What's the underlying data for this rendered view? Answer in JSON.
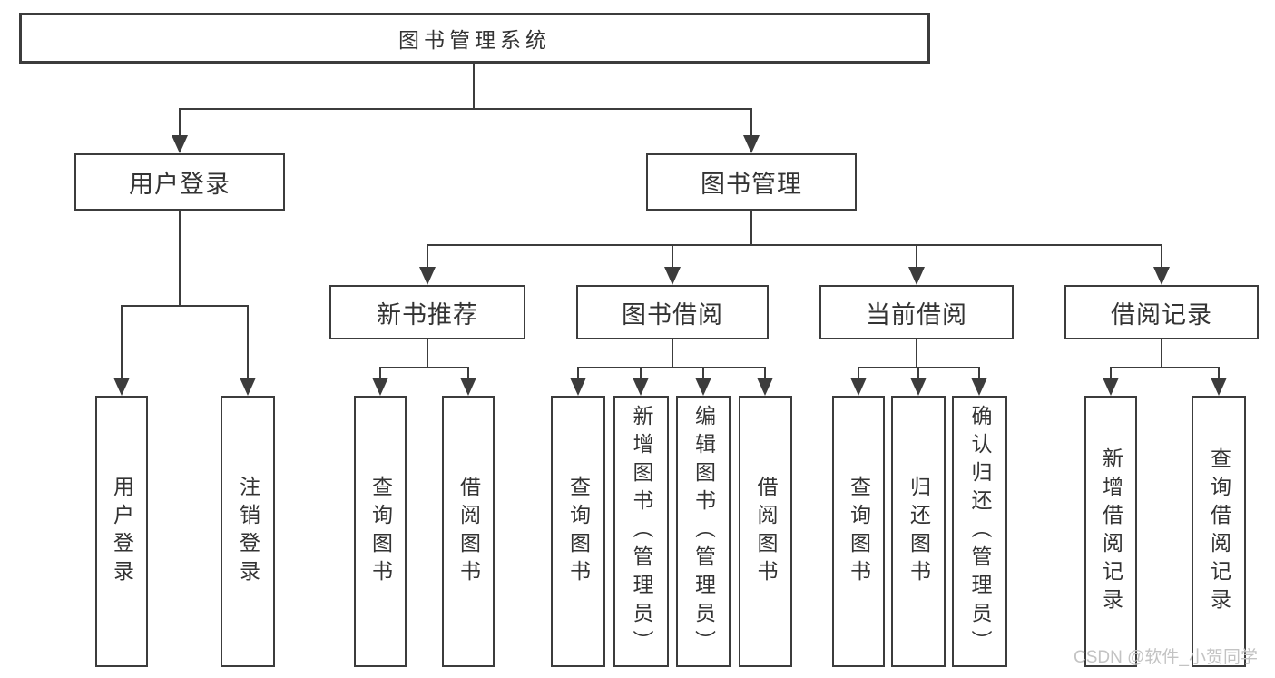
{
  "diagram": {
    "type": "hierarchy-tree",
    "colors": {
      "line": "#3c3c3c",
      "text": "#333333",
      "box_background": "#ffffff",
      "watermark": "#c3c3c3"
    },
    "nodes": {
      "root": {
        "label": "图书管理系统",
        "parent": null
      },
      "user_login": {
        "label": "用户登录",
        "parent": "root"
      },
      "book_mgmt": {
        "label": "图书管理",
        "parent": "root"
      },
      "login": {
        "label": "用户登录",
        "parent": "user_login"
      },
      "logout": {
        "label": "注销登录",
        "parent": "user_login"
      },
      "new_book_rec": {
        "label": "新书推荐",
        "parent": "book_mgmt"
      },
      "book_borrow": {
        "label": "图书借阅",
        "parent": "book_mgmt"
      },
      "current_borrow": {
        "label": "当前借阅",
        "parent": "book_mgmt"
      },
      "borrow_records": {
        "label": "借阅记录",
        "parent": "book_mgmt"
      },
      "nb_query_books": {
        "label": "查询图书",
        "parent": "new_book_rec"
      },
      "nb_borrow_books": {
        "label": "借阅图书",
        "parent": "new_book_rec"
      },
      "bb_query_books": {
        "label": "查询图书",
        "parent": "book_borrow"
      },
      "bb_add_books": {
        "label": "新增图书（管理员）",
        "parent": "book_borrow"
      },
      "bb_edit_books": {
        "label": "编辑图书（管理员）",
        "parent": "book_borrow"
      },
      "bb_borrow_books": {
        "label": "借阅图书",
        "parent": "book_borrow"
      },
      "cb_query_books": {
        "label": "查询图书",
        "parent": "current_borrow"
      },
      "cb_return_books": {
        "label": "归还图书",
        "parent": "current_borrow"
      },
      "cb_confirm_return": {
        "label": "确认归还（管理员）",
        "parent": "current_borrow"
      },
      "br_add_record": {
        "label": "新增借阅记录",
        "parent": "borrow_records"
      },
      "br_query_record": {
        "label": "查询借阅记录",
        "parent": "borrow_records"
      }
    },
    "watermark": {
      "text": "CSDN @软件_小贺同学"
    }
  }
}
